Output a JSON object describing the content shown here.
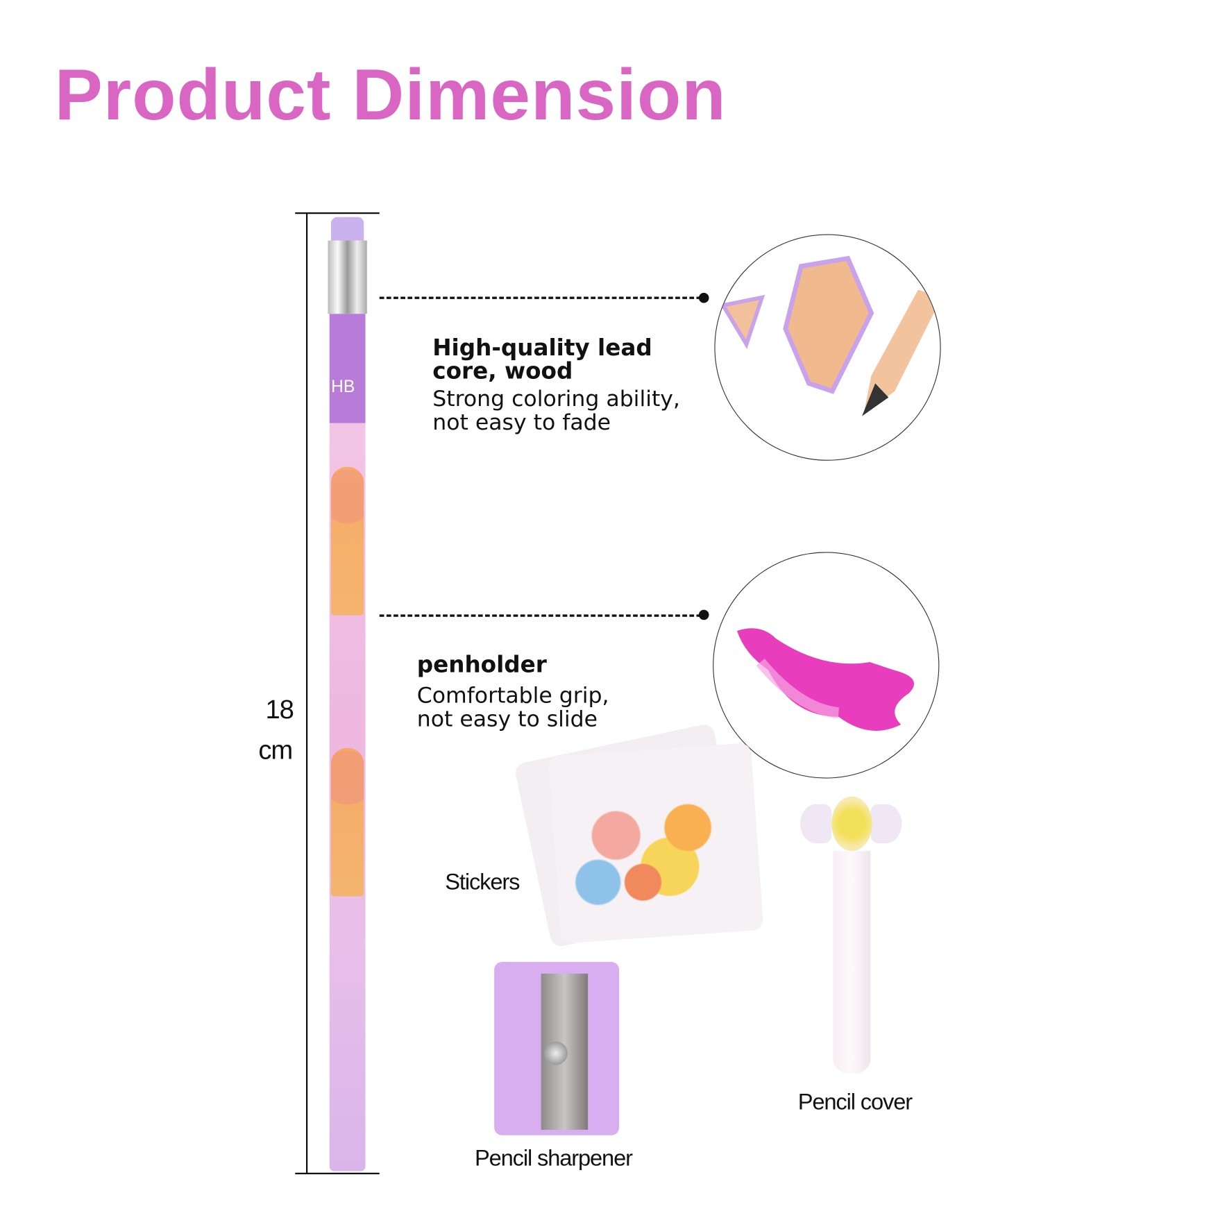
{
  "title": "Product Dimension",
  "dimension": {
    "value": "18",
    "unit": "cm"
  },
  "pencil": {
    "grade": "HB"
  },
  "features": [
    {
      "heading": "High-quality lead core, wood",
      "description": "Strong coloring ability, not easy to fade"
    },
    {
      "heading": "penholder",
      "description": "Comfortable grip, not easy to slide"
    }
  ],
  "accessories": {
    "stickers": "Stickers",
    "sharpener": "Pencil sharpener",
    "cover": "Pencil cover"
  },
  "colors": {
    "title": "#d966c3",
    "pencil": "#e6b3e0",
    "sharpener": "#d8aef0",
    "penholder": "#e83dbd"
  }
}
